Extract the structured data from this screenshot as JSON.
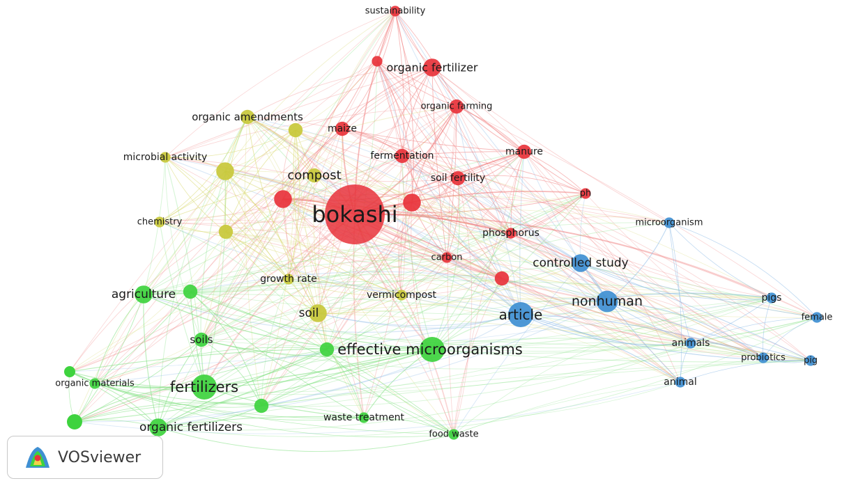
{
  "app": {
    "brand_label": "VOSviewer",
    "logo_icon": "vosviewer-logo-icon"
  },
  "clusters": [
    {
      "id": "red",
      "color": "#e8333b",
      "edge_color": "#f08080"
    },
    {
      "id": "yellow",
      "color": "#c8c83a",
      "edge_color": "#d8d870"
    },
    {
      "id": "green",
      "color": "#3ed33e",
      "edge_color": "#80e080"
    },
    {
      "id": "blue",
      "color": "#3f8fd2",
      "edge_color": "#88b8e6"
    }
  ],
  "network": {
    "nodes": [
      {
        "id": "sustainability",
        "label": "sustainability",
        "cluster": "red",
        "weight": 1
      },
      {
        "id": "organic-fertilizer",
        "label": "organic fertilizer",
        "cluster": "red",
        "weight": 3
      },
      {
        "id": "organic-farming",
        "label": "organic farming",
        "cluster": "red",
        "weight": 2
      },
      {
        "id": "maize",
        "label": "maize",
        "cluster": "red",
        "weight": 2
      },
      {
        "id": "fermentation",
        "label": "fermentation",
        "cluster": "red",
        "weight": 2
      },
      {
        "id": "manure",
        "label": "manure",
        "cluster": "red",
        "weight": 2
      },
      {
        "id": "soil-fertility",
        "label": "soil fertility",
        "cluster": "red",
        "weight": 2
      },
      {
        "id": "ph",
        "label": "ph",
        "cluster": "red",
        "weight": 1
      },
      {
        "id": "bokashi",
        "label": "bokashi",
        "cluster": "red",
        "weight": 12
      },
      {
        "id": "phosphorus",
        "label": "phosphorus",
        "cluster": "red",
        "weight": 1
      },
      {
        "id": "carbon",
        "label": "carbon",
        "cluster": "red",
        "weight": 1
      },
      {
        "id": "red-unlabeled-1",
        "label": "",
        "cluster": "red",
        "weight": 3
      },
      {
        "id": "red-unlabeled-2",
        "label": "",
        "cluster": "red",
        "weight": 3
      },
      {
        "id": "red-unlabeled-3",
        "label": "",
        "cluster": "red",
        "weight": 2
      },
      {
        "id": "red-unlabeled-4",
        "label": "",
        "cluster": "red",
        "weight": 1
      },
      {
        "id": "organic-amendments",
        "label": "organic amendments",
        "cluster": "yellow",
        "weight": 2
      },
      {
        "id": "microbial-activity",
        "label": "microbial activity",
        "cluster": "yellow",
        "weight": 1
      },
      {
        "id": "compost",
        "label": "compost",
        "cluster": "yellow",
        "weight": 2
      },
      {
        "id": "chemistry",
        "label": "chemistry",
        "cluster": "yellow",
        "weight": 1
      },
      {
        "id": "growth-rate",
        "label": "growth rate",
        "cluster": "yellow",
        "weight": 1
      },
      {
        "id": "soil",
        "label": "soil",
        "cluster": "yellow",
        "weight": 3
      },
      {
        "id": "vermicompost",
        "label": "vermicompost",
        "cluster": "yellow",
        "weight": 1
      },
      {
        "id": "yellow-unlabeled-1",
        "label": "",
        "cluster": "yellow",
        "weight": 3
      },
      {
        "id": "yellow-unlabeled-2",
        "label": "",
        "cluster": "yellow",
        "weight": 2
      },
      {
        "id": "yellow-unlabeled-3",
        "label": "",
        "cluster": "yellow",
        "weight": 2
      },
      {
        "id": "agriculture",
        "label": "agriculture",
        "cluster": "green",
        "weight": 3
      },
      {
        "id": "soils",
        "label": "soils",
        "cluster": "green",
        "weight": 2
      },
      {
        "id": "effective-microorganisms",
        "label": "effective microorganisms",
        "cluster": "green",
        "weight": 5
      },
      {
        "id": "fertilizers",
        "label": "fertilizers",
        "cluster": "green",
        "weight": 5
      },
      {
        "id": "organic-materials",
        "label": "organic materials",
        "cluster": "green",
        "weight": 1
      },
      {
        "id": "organic-fertilizers",
        "label": "organic fertilizers",
        "cluster": "green",
        "weight": 3
      },
      {
        "id": "waste-treatment",
        "label": "waste treatment",
        "cluster": "green",
        "weight": 1
      },
      {
        "id": "food-waste",
        "label": "food waste",
        "cluster": "green",
        "weight": 1
      },
      {
        "id": "green-unlabeled-1",
        "label": "",
        "cluster": "green",
        "weight": 2
      },
      {
        "id": "green-unlabeled-2",
        "label": "",
        "cluster": "green",
        "weight": 2
      },
      {
        "id": "green-unlabeled-3",
        "label": "",
        "cluster": "green",
        "weight": 2
      },
      {
        "id": "controlled-study",
        "label": "controlled study",
        "cluster": "blue",
        "weight": 3
      },
      {
        "id": "microorganism",
        "label": "microorganism",
        "cluster": "blue",
        "weight": 1
      },
      {
        "id": "nonhuman",
        "label": "nonhuman",
        "cluster": "blue",
        "weight": 4
      },
      {
        "id": "article",
        "label": "article",
        "cluster": "blue",
        "weight": 5
      },
      {
        "id": "pigs",
        "label": "pigs",
        "cluster": "blue",
        "weight": 1
      },
      {
        "id": "female",
        "label": "female",
        "cluster": "blue",
        "weight": 1
      },
      {
        "id": "animals",
        "label": "animals",
        "cluster": "blue",
        "weight": 1
      },
      {
        "id": "probiotics",
        "label": "probiotics",
        "cluster": "blue",
        "weight": 1
      },
      {
        "id": "pig",
        "label": "pig",
        "cluster": "blue",
        "weight": 1
      },
      {
        "id": "animal",
        "label": "animal",
        "cluster": "blue",
        "weight": 1
      }
    ]
  }
}
